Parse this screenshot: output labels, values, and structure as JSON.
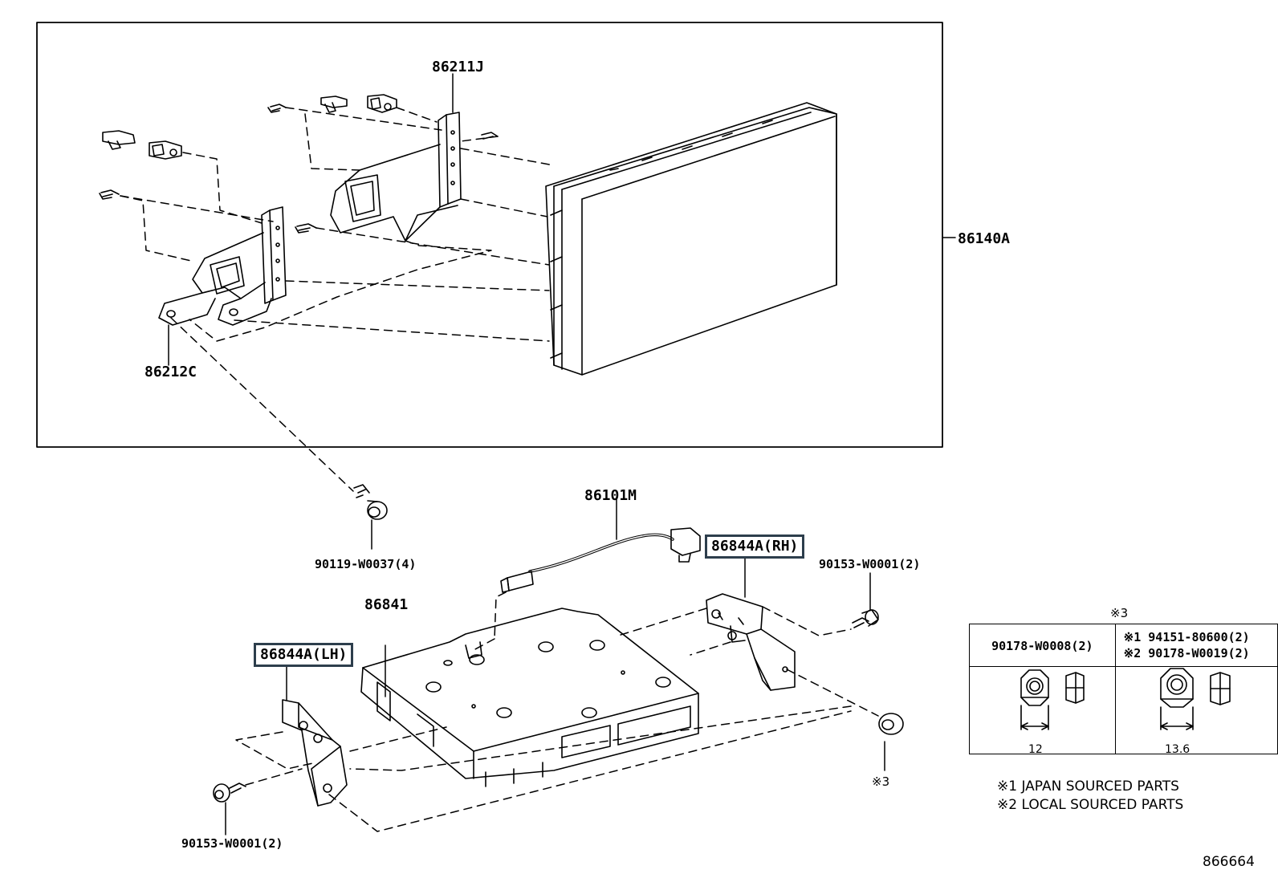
{
  "parts": {
    "p86211J": "86211J",
    "p86140A": "86140A",
    "p86212C": "86212C",
    "p86101M": "86101M",
    "p86844A_RH": "86844A(RH)",
    "p86844A_LH": "86844A(LH)",
    "p90119": "90119-W0037(4)",
    "p90153_right": "90153-W0001(2)",
    "p86841": "86841",
    "p90153_left": "90153-W0001(2)",
    "mark3_bottom": "※3",
    "mark3_table": "※3"
  },
  "hardware_table": {
    "left_header": "90178-W0008(2)",
    "right_line1": "※1 94151-80600(2)",
    "right_line2": "※2 90178-W0019(2)",
    "left_dim": "12",
    "right_dim": "13.6"
  },
  "notes": {
    "note1": "※1 JAPAN SOURCED PARTS",
    "note2": "※2 LOCAL SOURCED PARTS"
  },
  "figure_id": "866664",
  "colors": {
    "line": "#000000",
    "highlight_border": "#2d3e4c"
  }
}
